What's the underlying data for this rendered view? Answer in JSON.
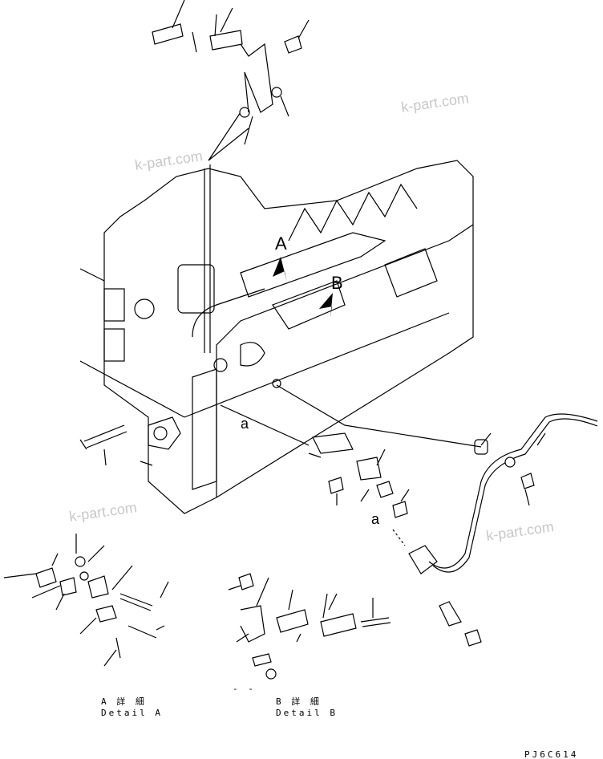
{
  "callouts": {
    "view_a": "A",
    "view_b": "B",
    "pipe_a_1": "a",
    "pipe_a_2": "a"
  },
  "details": {
    "a_jp": "A 詳 細",
    "a_en": "Detail A",
    "b_jp": "B 詳 細",
    "b_en": "Detail B",
    "dash": "- -"
  },
  "figure_code": "PJ6C614",
  "watermark": "k-part.com"
}
